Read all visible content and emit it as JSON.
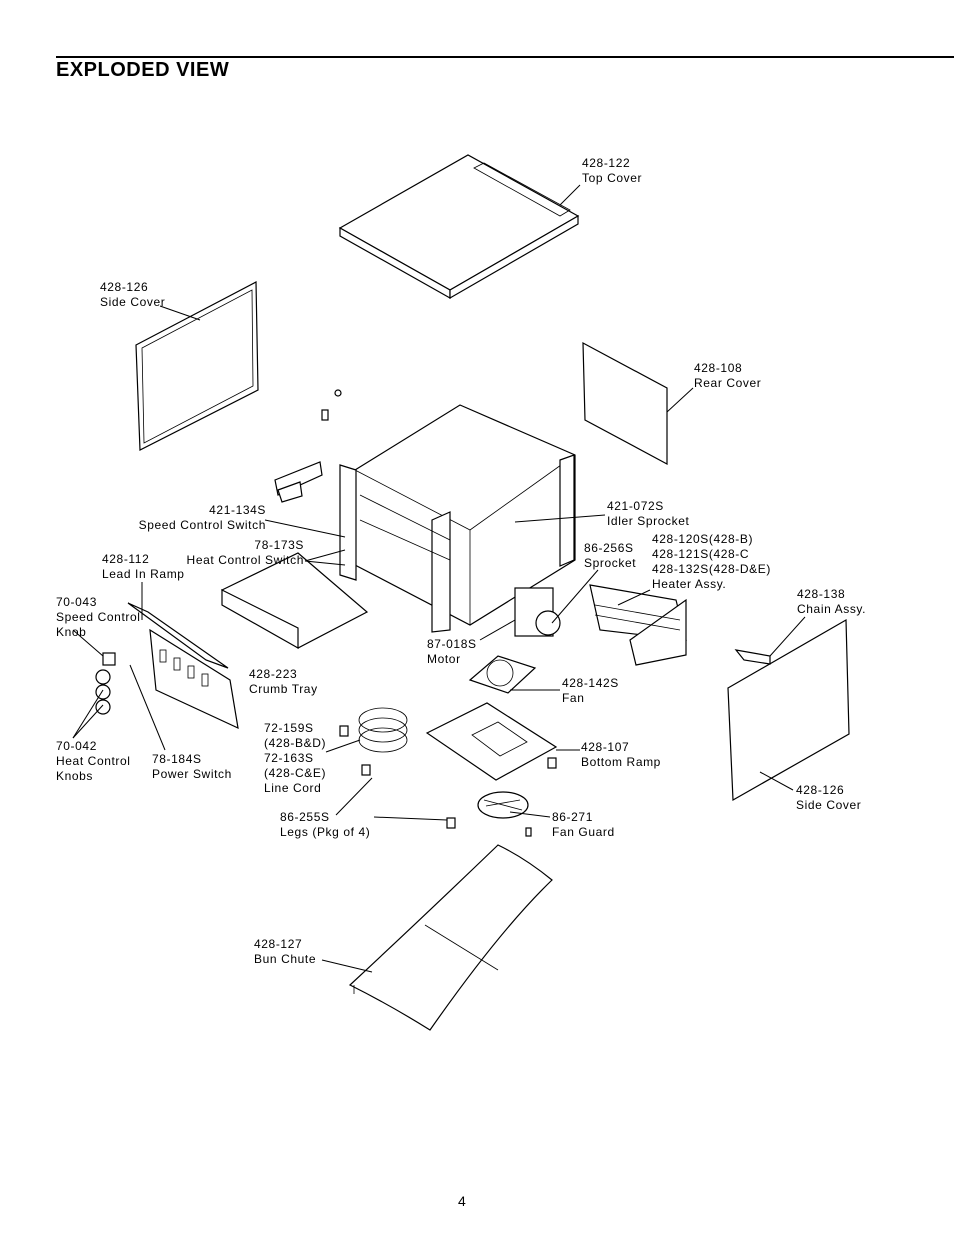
{
  "page": {
    "title": "EXPLODED  VIEW",
    "page_number": "4"
  },
  "labels": {
    "top_cover": [
      "428-122",
      "Top Cover"
    ],
    "side_cover_left": [
      "428-126",
      "Side Cover"
    ],
    "rear_cover": [
      "428-108",
      "Rear Cover"
    ],
    "speed_control_switch": [
      "421-134S",
      "Speed Control Switch"
    ],
    "heat_control_switch": [
      "78-173S",
      "Heat Control Switch"
    ],
    "lead_in_ramp": [
      "428-112",
      "Lead In Ramp"
    ],
    "speed_control_knob": [
      "70-043",
      "Speed Control",
      "Knob"
    ],
    "crumb_tray": [
      "428-223",
      "Crumb Tray"
    ],
    "idler_sprocket": [
      "421-072S",
      "Idler Sprocket"
    ],
    "sprocket": [
      "86-256S",
      "Sprocket"
    ],
    "heater_assy": [
      "428-120S(428-B)",
      "428-121S(428-C",
      "428-132S(428-D&E)",
      "Heater Assy."
    ],
    "chain_assy": [
      "428-138",
      "Chain Assy."
    ],
    "motor": [
      "87-018S",
      "Motor"
    ],
    "fan": [
      "428-142S",
      "Fan"
    ],
    "heat_control_knobs": [
      "70-042",
      "Heat Control",
      "Knobs"
    ],
    "power_switch": [
      "78-184S",
      "Power Switch"
    ],
    "line_cord": [
      "72-159S",
      "(428-B&D)",
      "72-163S",
      "(428-C&E)",
      "Line Cord"
    ],
    "bottom_ramp": [
      "428-107",
      "Bottom Ramp"
    ],
    "side_cover_right": [
      "428-126",
      "Side Cover"
    ],
    "legs": [
      "86-255S",
      "Legs (Pkg of 4)"
    ],
    "fan_guard": [
      "86-271",
      "Fan Guard"
    ],
    "bun_chute": [
      "428-127",
      "Bun Chute"
    ]
  }
}
